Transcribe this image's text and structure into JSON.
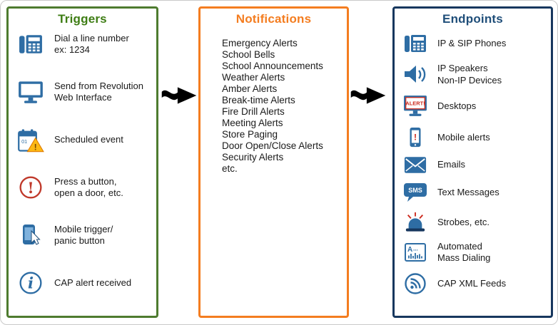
{
  "colors": {
    "triggers_border": "#4e7b2f",
    "triggers_title": "#3e7d14",
    "notifications_accent": "#f47d20",
    "endpoints_border": "#17375e",
    "endpoints_title": "#1f4e79",
    "icon_blue": "#2e6da4",
    "alert_red": "#c0392b",
    "warning_orange": "#fdb813",
    "arrow_black": "#000000"
  },
  "panels": {
    "triggers": {
      "title": "Triggers",
      "items": [
        {
          "icon": "desk-phone-icon",
          "label": "Dial a line number\nex: 1234"
        },
        {
          "icon": "monitor-icon",
          "label": "Send from Revolution\nWeb Interface"
        },
        {
          "icon": "calendar-warning-icon",
          "label": "Scheduled event"
        },
        {
          "icon": "exclamation-circle-icon",
          "label": "Press a button,\nopen a door, etc."
        },
        {
          "icon": "mobile-touch-icon",
          "label": "Mobile trigger/\npanic button"
        },
        {
          "icon": "info-circle-icon",
          "label": "CAP alert received"
        }
      ]
    },
    "notifications": {
      "title": "Notifications",
      "items": [
        "Emergency Alerts",
        "School Bells",
        "School Announcements",
        "Weather Alerts",
        "Amber Alerts",
        "Break-time Alerts",
        "Fire Drill Alerts",
        "Meeting Alerts",
        "Store Paging",
        "Door Open/Close Alerts",
        "Security Alerts",
        "etc."
      ]
    },
    "endpoints": {
      "title": "Endpoints",
      "items": [
        {
          "icon": "desk-phone-icon",
          "label": "IP & SIP Phones"
        },
        {
          "icon": "speaker-icon",
          "label": "IP Speakers\nNon-IP Devices"
        },
        {
          "icon": "desktop-alert-icon",
          "label": "Desktops",
          "screen_text": "ALERT!"
        },
        {
          "icon": "mobile-alert-icon",
          "label": "Mobile alerts"
        },
        {
          "icon": "email-icon",
          "label": "Emails"
        },
        {
          "icon": "sms-bubble-icon",
          "label": "Text Messages",
          "bubble_text": "SMS"
        },
        {
          "icon": "strobe-icon",
          "label": "Strobes, etc."
        },
        {
          "icon": "mass-dialing-icon",
          "label": "Automated\nMass Dialing"
        },
        {
          "icon": "cap-feed-icon",
          "label": "CAP XML Feeds"
        }
      ]
    }
  }
}
